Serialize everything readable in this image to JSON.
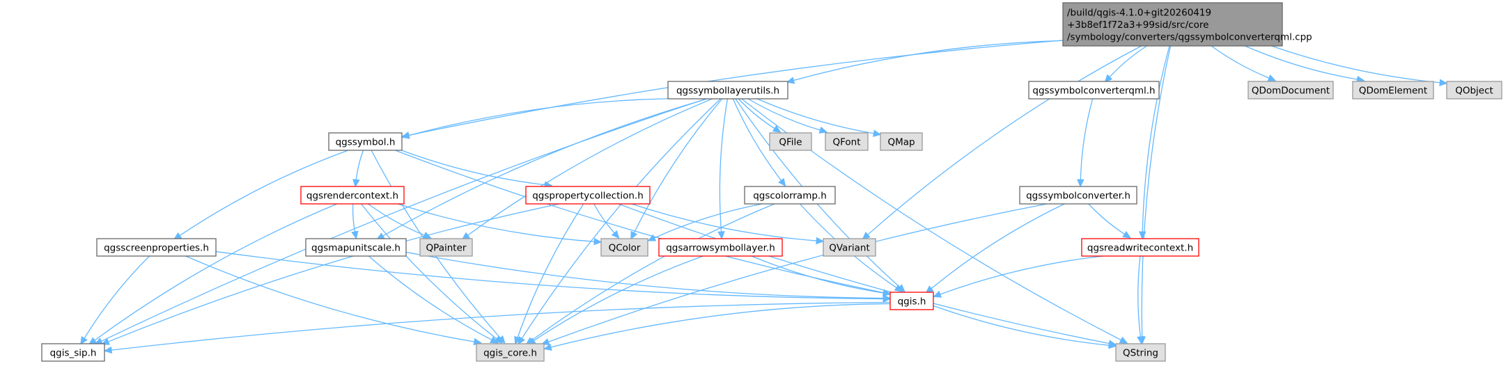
{
  "graph": {
    "title": "Include dependency graph for qgssymbolconverterqml.cpp",
    "colors": {
      "edge": "#63b8ff",
      "root_fill": "#999999",
      "plain_fill": "#ffffff",
      "plain_border": "#666666",
      "external_fill": "#e0e0e0",
      "external_border": "#999999",
      "incomplete_border": "#ff0000"
    },
    "nodes": [
      {
        "id": "root",
        "kind": "root",
        "lines": [
          "/build/qgis-4.1.0+git20260419",
          "+3b8ef1f72a3+99sid/src/core",
          "/symbology/converters/qgssymbolconverterqml.cpp"
        ]
      },
      {
        "id": "qgssymbollayerutils_h",
        "kind": "plain",
        "lines": [
          "qgssymbollayerutils.h"
        ]
      },
      {
        "id": "qgssymbolconverterqml_h",
        "kind": "plain",
        "lines": [
          "qgssymbolconverterqml.h"
        ]
      },
      {
        "id": "QDomDocument",
        "kind": "external",
        "lines": [
          "QDomDocument"
        ]
      },
      {
        "id": "QDomElement",
        "kind": "external",
        "lines": [
          "QDomElement"
        ]
      },
      {
        "id": "QObject",
        "kind": "external",
        "lines": [
          "QObject"
        ]
      },
      {
        "id": "qgssymbol_h",
        "kind": "plain",
        "lines": [
          "qgssymbol.h"
        ]
      },
      {
        "id": "QFile",
        "kind": "external",
        "lines": [
          "QFile"
        ]
      },
      {
        "id": "QFont",
        "kind": "external",
        "lines": [
          "QFont"
        ]
      },
      {
        "id": "QMap",
        "kind": "external",
        "lines": [
          "QMap"
        ]
      },
      {
        "id": "qgsrendercontext_h",
        "kind": "incomplete",
        "lines": [
          "qgsrendercontext.h"
        ]
      },
      {
        "id": "qgspropertycollection_h",
        "kind": "incomplete",
        "lines": [
          "qgspropertycollection.h"
        ]
      },
      {
        "id": "qgscolorramp_h",
        "kind": "plain",
        "lines": [
          "qgscolorramp.h"
        ]
      },
      {
        "id": "qgssymbolconverter_h",
        "kind": "plain",
        "lines": [
          "qgssymbolconverter.h"
        ]
      },
      {
        "id": "qgsscreenproperties_h",
        "kind": "plain",
        "lines": [
          "qgsscreenproperties.h"
        ]
      },
      {
        "id": "qgsmapunitscale_h",
        "kind": "plain",
        "lines": [
          "qgsmapunitscale.h"
        ]
      },
      {
        "id": "QPainter",
        "kind": "external",
        "lines": [
          "QPainter"
        ]
      },
      {
        "id": "QColor",
        "kind": "external",
        "lines": [
          "QColor"
        ]
      },
      {
        "id": "qgsarrowsymbollayer_h",
        "kind": "incomplete",
        "lines": [
          "qgsarrowsymbollayer.h"
        ]
      },
      {
        "id": "QVariant",
        "kind": "external",
        "lines": [
          "QVariant"
        ]
      },
      {
        "id": "qgsreadwritecontext_h",
        "kind": "incomplete",
        "lines": [
          "qgsreadwritecontext.h"
        ]
      },
      {
        "id": "qgis_h",
        "kind": "incomplete",
        "lines": [
          "qgis.h"
        ]
      },
      {
        "id": "qgis_sip_h",
        "kind": "plain",
        "lines": [
          "qgis_sip.h"
        ]
      },
      {
        "id": "qgis_core_h",
        "kind": "external",
        "lines": [
          "qgis_core.h"
        ]
      },
      {
        "id": "QString",
        "kind": "external",
        "lines": [
          "QString"
        ]
      }
    ],
    "edges": [
      [
        "root",
        "qgssymbollayerutils_h"
      ],
      [
        "root",
        "qgssymbolconverterqml_h"
      ],
      [
        "root",
        "QDomDocument"
      ],
      [
        "root",
        "QDomElement"
      ],
      [
        "root",
        "QObject"
      ],
      [
        "root",
        "qgssymbol_h"
      ],
      [
        "root",
        "QVariant"
      ],
      [
        "root",
        "qgsreadwritecontext_h"
      ],
      [
        "root",
        "QString"
      ],
      [
        "qgssymbollayerutils_h",
        "qgssymbol_h"
      ],
      [
        "qgssymbollayerutils_h",
        "QFile"
      ],
      [
        "qgssymbollayerutils_h",
        "QFont"
      ],
      [
        "qgssymbollayerutils_h",
        "QMap"
      ],
      [
        "qgssymbollayerutils_h",
        "qgscolorramp_h"
      ],
      [
        "qgssymbollayerutils_h",
        "qgsarrowsymbollayer_h"
      ],
      [
        "qgssymbollayerutils_h",
        "qgsmapunitscale_h"
      ],
      [
        "qgssymbollayerutils_h",
        "QPainter"
      ],
      [
        "qgssymbollayerutils_h",
        "QColor"
      ],
      [
        "qgssymbollayerutils_h",
        "qgis_h"
      ],
      [
        "qgssymbollayerutils_h",
        "qgis_sip_h"
      ],
      [
        "qgssymbollayerutils_h",
        "qgis_core_h"
      ],
      [
        "qgssymbollayerutils_h",
        "QString"
      ],
      [
        "qgssymbolconverterqml_h",
        "qgssymbolconverter_h"
      ],
      [
        "qgssymbol_h",
        "qgsrendercontext_h"
      ],
      [
        "qgssymbol_h",
        "qgspropertycollection_h"
      ],
      [
        "qgssymbol_h",
        "qgsscreenproperties_h"
      ],
      [
        "qgssymbol_h",
        "qgis_h"
      ],
      [
        "qgssymbol_h",
        "qgis_core_h"
      ],
      [
        "qgsrendercontext_h",
        "qgsmapunitscale_h"
      ],
      [
        "qgsrendercontext_h",
        "QPainter"
      ],
      [
        "qgsrendercontext_h",
        "QColor"
      ],
      [
        "qgsrendercontext_h",
        "qgis_sip_h"
      ],
      [
        "qgsrendercontext_h",
        "qgis_core_h"
      ],
      [
        "qgspropertycollection_h",
        "QColor"
      ],
      [
        "qgspropertycollection_h",
        "QVariant"
      ],
      [
        "qgspropertycollection_h",
        "qgis_sip_h"
      ],
      [
        "qgspropertycollection_h",
        "qgis_core_h"
      ],
      [
        "qgspropertycollection_h",
        "QString"
      ],
      [
        "qgscolorramp_h",
        "QColor"
      ],
      [
        "qgscolorramp_h",
        "qgis_h"
      ],
      [
        "qgscolorramp_h",
        "qgis_core_h"
      ],
      [
        "qgssymbolconverter_h",
        "qgsreadwritecontext_h"
      ],
      [
        "qgssymbolconverter_h",
        "qgis_h"
      ],
      [
        "qgssymbolconverter_h",
        "qgis_core_h"
      ],
      [
        "qgsscreenproperties_h",
        "qgis_h"
      ],
      [
        "qgsscreenproperties_h",
        "qgis_sip_h"
      ],
      [
        "qgsscreenproperties_h",
        "qgis_core_h"
      ],
      [
        "qgsmapunitscale_h",
        "qgis_h"
      ],
      [
        "qgsmapunitscale_h",
        "qgis_core_h"
      ],
      [
        "qgsarrowsymbollayer_h",
        "qgis_h"
      ],
      [
        "qgsarrowsymbollayer_h",
        "qgis_core_h"
      ],
      [
        "qgsreadwritecontext_h",
        "qgis_h"
      ],
      [
        "qgsreadwritecontext_h",
        "QString"
      ],
      [
        "qgis_h",
        "qgis_sip_h"
      ],
      [
        "qgis_h",
        "qgis_core_h"
      ],
      [
        "qgis_h",
        "QString"
      ]
    ]
  }
}
